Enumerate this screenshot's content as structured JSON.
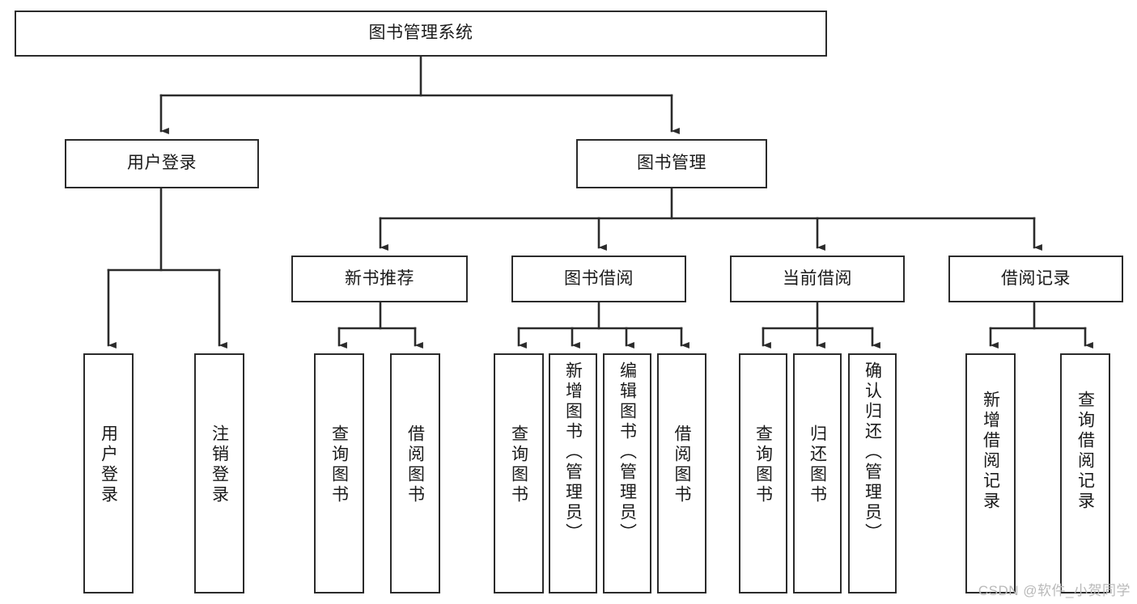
{
  "diagram": {
    "type": "tree-hierarchy",
    "title": "图书管理系统",
    "orientation": "top-down",
    "colors": {
      "box_border": "#2b2b2b",
      "box_fill": "#ffffff",
      "connector": "#2b2b2b",
      "text": "#1a1a1a",
      "watermark": "#b9b9b9"
    },
    "nodes": {
      "root": {
        "label": "图书管理系统"
      },
      "level2": [
        {
          "id": "user-login",
          "label": "用户登录"
        },
        {
          "id": "book-management",
          "label": "图书管理"
        }
      ],
      "level3": [
        {
          "id": "new-book-recommend",
          "label": "新书推荐"
        },
        {
          "id": "book-borrow",
          "label": "图书借阅"
        },
        {
          "id": "current-borrow",
          "label": "当前借阅"
        },
        {
          "id": "borrow-record",
          "label": "借阅记录"
        }
      ],
      "leaves": {
        "user_login": [
          {
            "id": "leaf-user-login",
            "label": "用户登录"
          },
          {
            "id": "leaf-logout-login",
            "label": "注销登录"
          }
        ],
        "new_book_recommend": [
          {
            "id": "leaf-query-book-1",
            "label": "查询图书"
          },
          {
            "id": "leaf-borrow-book-1",
            "label": "借阅图书"
          }
        ],
        "book_borrow": [
          {
            "id": "leaf-query-book-2",
            "label": "查询图书"
          },
          {
            "id": "leaf-add-book",
            "label": "新增图书（管理员）"
          },
          {
            "id": "leaf-edit-book",
            "label": "编辑图书（管理员）"
          },
          {
            "id": "leaf-borrow-book-2",
            "label": "借阅图书"
          }
        ],
        "current_borrow": [
          {
            "id": "leaf-query-book-3",
            "label": "查询图书"
          },
          {
            "id": "leaf-return-book",
            "label": "归还图书"
          },
          {
            "id": "leaf-confirm-return",
            "label": "确认归还（管理员）"
          }
        ],
        "borrow_record": [
          {
            "id": "leaf-add-borrow-record",
            "label": "新增借阅记录"
          },
          {
            "id": "leaf-query-borrow-record",
            "label": "查询借阅记录"
          }
        ]
      }
    },
    "watermark": "CSDN @软件_小贺同学"
  }
}
